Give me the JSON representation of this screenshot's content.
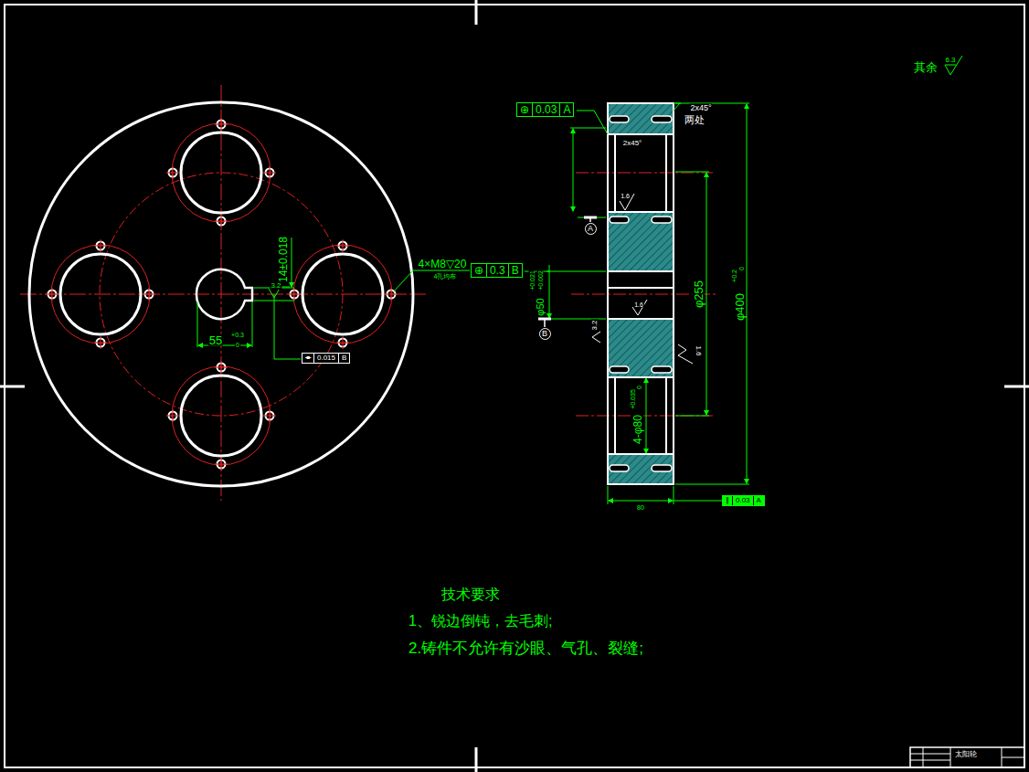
{
  "diagram": {
    "nodes": [
      {
        "text": [
          "⊕",
          "0.03",
          "A"
        ]
      },
      {
        "text": [
          "⊕",
          "0.3",
          "B"
        ]
      },
      {
        "text": [
          "⌯",
          "0.015",
          "B"
        ]
      },
      {
        "text": [
          "∥",
          "0.03",
          "A"
        ]
      },
      {
        "text": [
          "太阳轮"
        ]
      },
      {
        "text": [
          "A"
        ]
      },
      {
        "text": [
          "B"
        ]
      }
    ],
    "labels": [
      "其余",
      "6.3",
      "2x45°",
      "两处",
      "2x45°",
      "1.6",
      "4×M8▽20",
      "4孔均布",
      "+0.021",
      "+0.002",
      "φ50",
      "1.6",
      "φ255",
      "+0.2",
      "0",
      "φ400",
      "3.2",
      "1.6",
      "+0.035",
      "0",
      "4-φ80",
      "14±0.018",
      "3.2",
      "55",
      "+0.3",
      "0",
      "80",
      "技术要求",
      "1、锐边倒钝，去毛刺;",
      "2.铸件不允许有沙眼、气孔、裂缝;"
    ]
  }
}
